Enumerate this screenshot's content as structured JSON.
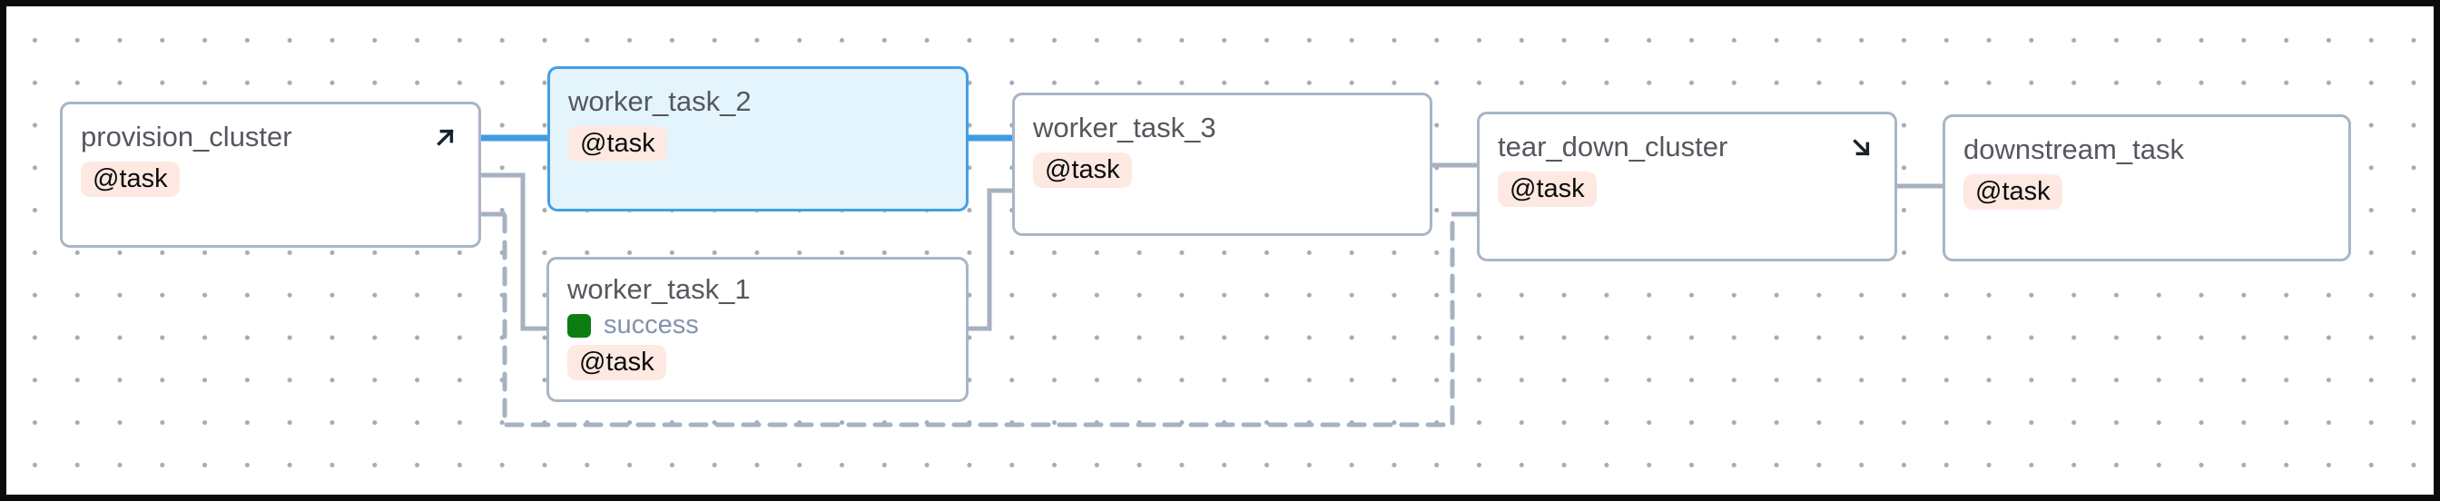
{
  "view": {
    "name": "dag-graph-view",
    "colors": {
      "background": "#ffffff",
      "frame": "#0b0b0b",
      "grid_dot": "#a6acb6",
      "node_border": "#a8b5c5",
      "node_fill": "#ffffff",
      "selected_node_border": "#459fe2",
      "selected_node_fill": "#e4f4fc",
      "title_text": "#54585e",
      "badge_bg": "#fde9e2",
      "badge_text": "#0b0b0b",
      "edge_normal": "#a6b1c1",
      "edge_highlighted": "#3f9ce2",
      "success_green": "#0e7d11",
      "status_text": "#8493ad",
      "icon": "#16212c"
    }
  },
  "nodes": [
    {
      "id": "provision_cluster",
      "title": "provision_cluster",
      "badge": "@task",
      "icon": "arrow-up-right-icon",
      "selected": false,
      "status": null
    },
    {
      "id": "worker_task_2",
      "title": "worker_task_2",
      "badge": "@task",
      "icon": null,
      "selected": true,
      "status": null
    },
    {
      "id": "worker_task_1",
      "title": "worker_task_1",
      "badge": "@task",
      "icon": null,
      "selected": false,
      "status": "success"
    },
    {
      "id": "worker_task_3",
      "title": "worker_task_3",
      "badge": "@task",
      "icon": null,
      "selected": false,
      "status": null
    },
    {
      "id": "tear_down_cluster",
      "title": "tear_down_cluster",
      "badge": "@task",
      "icon": "arrow-down-right-icon",
      "selected": false,
      "status": null
    },
    {
      "id": "downstream_task",
      "title": "downstream_task",
      "badge": "@task",
      "icon": null,
      "selected": false,
      "status": null
    }
  ],
  "edges": [
    {
      "from": "provision_cluster",
      "to": "worker_task_2",
      "style": "highlighted"
    },
    {
      "from": "worker_task_2",
      "to": "worker_task_3",
      "style": "highlighted"
    },
    {
      "from": "provision_cluster",
      "to": "worker_task_1",
      "style": "normal"
    },
    {
      "from": "worker_task_1",
      "to": "worker_task_3",
      "style": "normal"
    },
    {
      "from": "worker_task_3",
      "to": "tear_down_cluster",
      "style": "normal"
    },
    {
      "from": "tear_down_cluster",
      "to": "downstream_task",
      "style": "normal"
    },
    {
      "from": "provision_cluster",
      "to": "tear_down_cluster",
      "style": "dashed-setup-teardown"
    }
  ]
}
